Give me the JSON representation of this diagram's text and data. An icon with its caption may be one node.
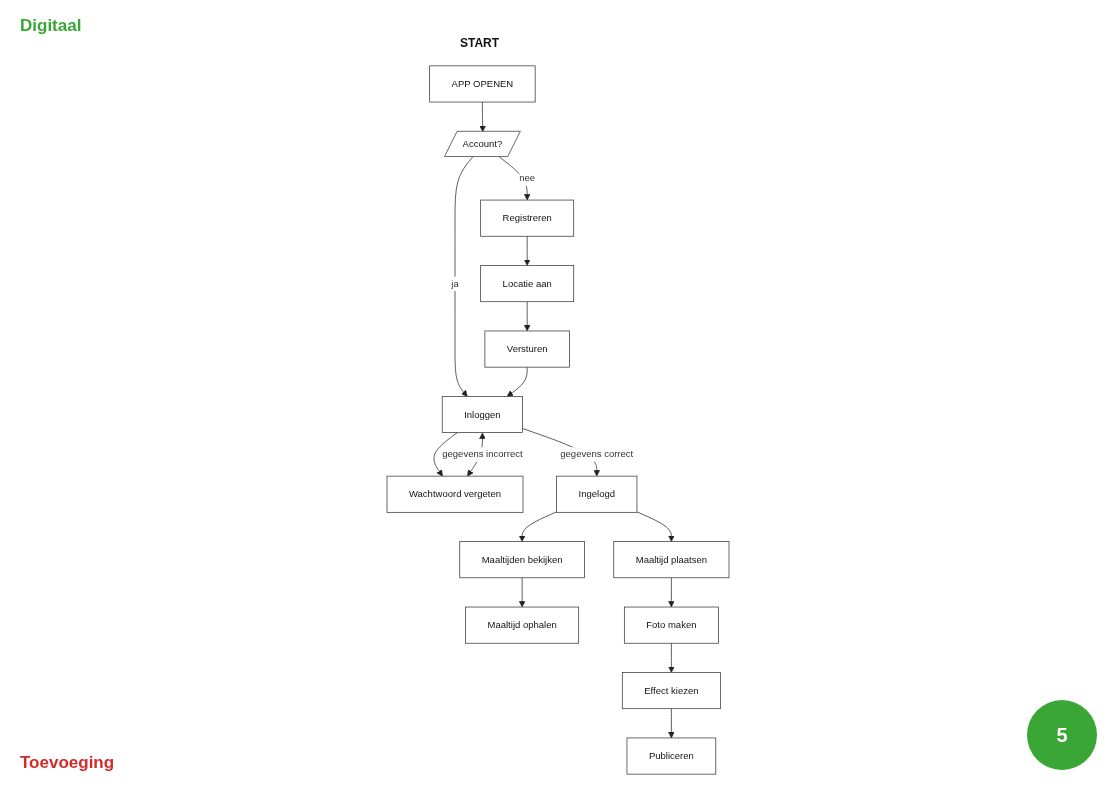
{
  "diagram": {
    "nodes": [
      {
        "text": [
          "APP OPENEN"
        ]
      },
      {
        "text": [
          "Account?"
        ]
      },
      {
        "text": [
          "Registreren"
        ]
      },
      {
        "text": [
          "Locatie aan"
        ]
      },
      {
        "text": [
          "Inloggen"
        ]
      },
      {
        "text": [
          "Wachtwoord vergeten"
        ]
      },
      {
        "text": [
          "Versturen"
        ]
      },
      {
        "text": [
          "Ingelogd"
        ]
      },
      {
        "text": [
          "Maaltijden bekijken"
        ]
      },
      {
        "text": [
          "Maaltijd plaatsen"
        ]
      },
      {
        "text": [
          "Maaltijd ophalen"
        ]
      },
      {
        "text": [
          "Foto maken"
        ]
      },
      {
        "text": [
          "Effect kiezen"
        ]
      },
      {
        "text": [
          "Publiceren"
        ]
      }
    ],
    "edges": [
      {
        "from": 0,
        "to": 1,
        "arrow": "to"
      },
      {
        "from": 1,
        "to": 2,
        "label": "nee",
        "arrow": "to"
      },
      {
        "from": 2,
        "to": 3,
        "arrow": "to"
      },
      {
        "from": 3,
        "to": 6,
        "arrow": "to"
      },
      {
        "from": 1,
        "to": 4,
        "label": "ja",
        "arrow": "to"
      },
      {
        "from": 6,
        "to": 4,
        "arrow": "to"
      },
      {
        "from": 4,
        "to": 5,
        "arrow": "to"
      },
      {
        "from": 4,
        "to": 5,
        "label": "gegevens incorrect",
        "arrow": "both"
      },
      {
        "from": 4,
        "to": 7,
        "label": "gegevens correct",
        "arrow": "to"
      },
      {
        "from": 7,
        "to": 8,
        "arrow": "to"
      },
      {
        "from": 7,
        "to": 9,
        "arrow": "to"
      },
      {
        "from": 8,
        "to": 10,
        "arrow": "to"
      },
      {
        "from": 9,
        "to": 11,
        "arrow": "to"
      },
      {
        "from": 11,
        "to": 12,
        "arrow": "to"
      },
      {
        "from": 12,
        "to": 13,
        "arrow": "to"
      }
    ],
    "labels": [
      "Digitaal",
      "START",
      "Toevoeging",
      "5"
    ]
  }
}
